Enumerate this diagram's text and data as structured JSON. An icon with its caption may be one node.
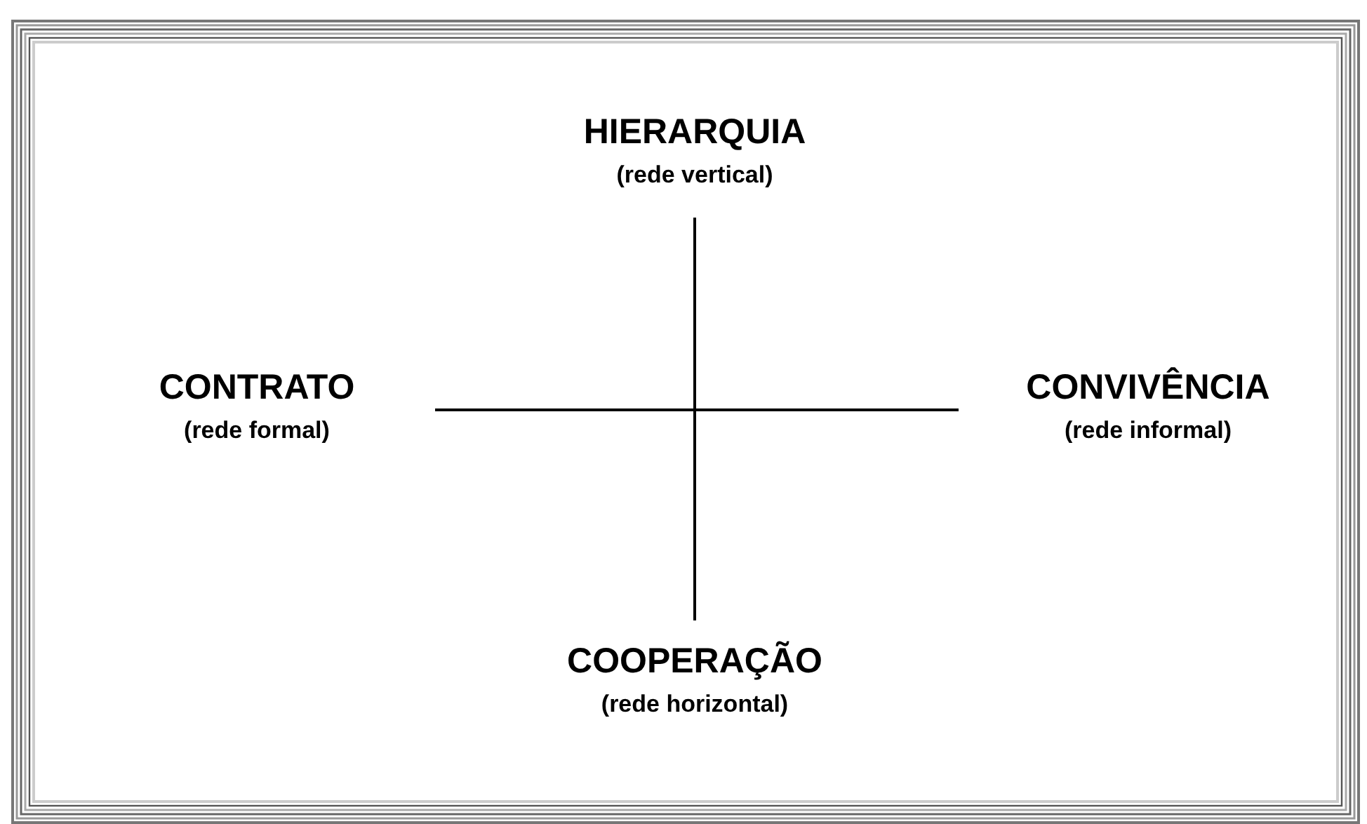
{
  "diagram": {
    "nodes": [
      {
        "text": [
          "HIERARQUIA",
          "(rede vertical)"
        ]
      },
      {
        "text": [
          "CONTRATO",
          "(rede formal)"
        ]
      },
      {
        "text": [
          "CONVIVÊNCIA",
          "(rede informal)"
        ]
      },
      {
        "text": [
          "COOPERAÇÃO",
          "(rede horizontal)"
        ]
      }
    ],
    "edges": [
      {
        "from": 0,
        "to": 3,
        "arrow": "none"
      },
      {
        "from": 1,
        "to": 2,
        "arrow": "none"
      }
    ]
  }
}
